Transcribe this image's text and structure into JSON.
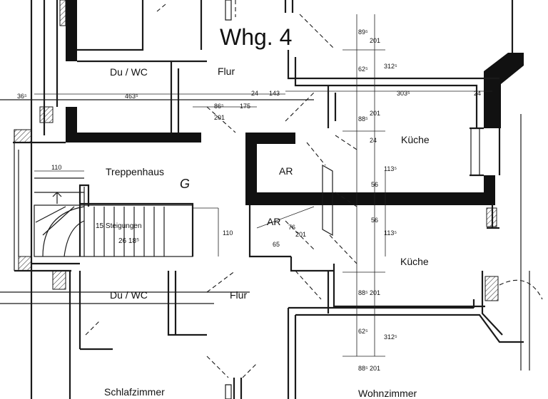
{
  "title": "Whg. 4",
  "room_labels": {
    "du_wc_top": "Du / WC",
    "flur_top": "Flur",
    "treppenhaus": "Treppenhaus",
    "g_mark": "G",
    "ar_upper": "AR",
    "ar_lower": "AR",
    "kueche_upper": "Küche",
    "kueche_lower": "Küche",
    "du_wc_bottom": "Du / WC",
    "flur_bottom": "Flur",
    "schlafzimmer": "Schlafzimmer",
    "wohnzimmer": "Wohnzimmer",
    "steigungen": "15 Steigungen",
    "steigung_mass": "26 18⁵"
  },
  "dimensions": {
    "d_463": "463⁵",
    "d_36": "36⁵",
    "d_86": "86⁵",
    "d_201_a": "201",
    "d_175": "175",
    "d_24_a": "24",
    "d_143": "143",
    "d_303": "303⁵",
    "d_24_b": "24",
    "d_89": "89⁵",
    "d_201_b": "201",
    "d_62_a": "62⁵",
    "d_312_a": "312⁵",
    "d_88_a": "88⁵",
    "d_201_c": "201",
    "d_24_c": "24",
    "d_113_a": "113⁵",
    "d_56_a": "56",
    "d_56_b": "56",
    "d_113_b": "113⁵",
    "d_88_b": "88⁵",
    "d_201_d": "201",
    "d_62_b": "62⁵",
    "d_312_b": "312⁵",
    "d_88_c": "88⁵",
    "d_201_e": "201",
    "d_110_a": "110",
    "d_110_b": "110",
    "d_76": "76",
    "d_201_f": "201",
    "d_65": "65"
  }
}
